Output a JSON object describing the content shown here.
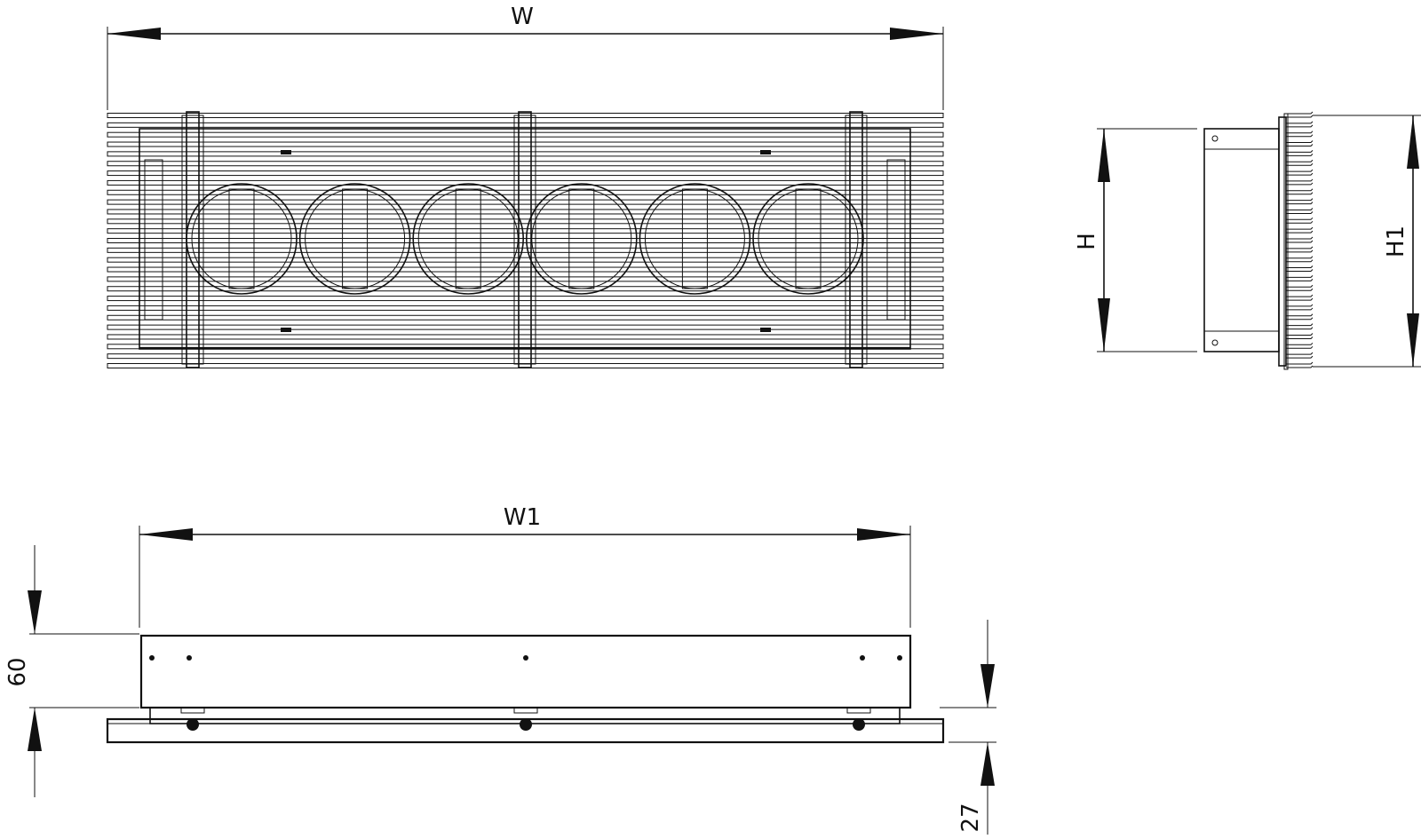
{
  "drawing": {
    "title": "",
    "line_color": "#111111",
    "background": "#ffffff"
  },
  "dimensions": {
    "width": "W",
    "height": "H",
    "height_overall": "H1",
    "width_inner": "W1",
    "depth_body": "60",
    "frame_thickness": "27"
  },
  "views": {
    "front": {
      "grille_bars": 27,
      "fans": 6
    },
    "side": {
      "fins": 27
    },
    "top": {
      "mounting_holes": 5,
      "fixing_bolts": 3
    }
  }
}
